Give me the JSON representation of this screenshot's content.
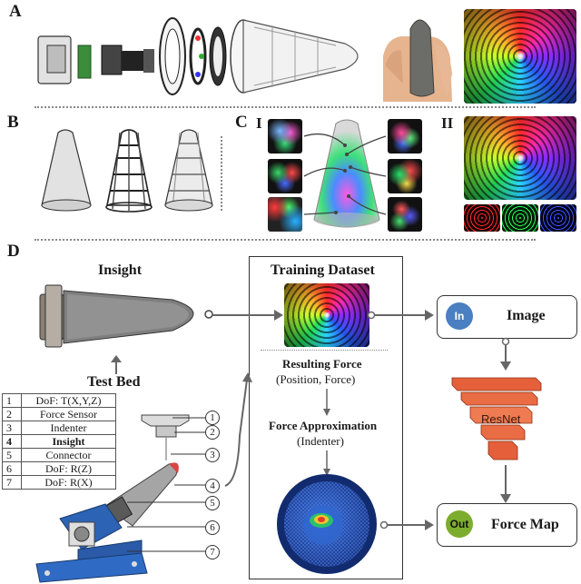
{
  "panels": {
    "a": "A",
    "b": "B",
    "c": "C",
    "c_sub1": "I",
    "c_sub2": "II",
    "d": "D"
  },
  "panel_d": {
    "insight_title": "Insight",
    "test_bed_label": "Test Bed",
    "training_title": "Training Dataset",
    "resulting_force": "Resulting Force",
    "position_force": "(Position, Force)",
    "force_approx": "Force Approximation",
    "indenter_paren": "(Indenter)",
    "in_label": "In",
    "image_label": "Image",
    "resnet_label": "ResNet",
    "out_label": "Out",
    "force_map_label": "Force Map"
  },
  "legend": [
    {
      "num": "1",
      "label": "DoF: T(X,Y,Z)",
      "bold": false
    },
    {
      "num": "2",
      "label": "Force Sensor",
      "bold": false
    },
    {
      "num": "3",
      "label": "Indenter",
      "bold": false
    },
    {
      "num": "4",
      "label": "Insight",
      "bold": true
    },
    {
      "num": "5",
      "label": "Connector",
      "bold": false
    },
    {
      "num": "6",
      "label": "DoF: R(Z)",
      "bold": false
    },
    {
      "num": "7",
      "label": "DoF: R(X)",
      "bold": false
    }
  ],
  "callouts": [
    "1",
    "2",
    "3",
    "4",
    "5",
    "6",
    "7"
  ],
  "colors": {
    "in_node": "#4a7fc1",
    "out_node": "#7cad2e",
    "resnet": "#e5603a",
    "arrow": "#666666"
  }
}
